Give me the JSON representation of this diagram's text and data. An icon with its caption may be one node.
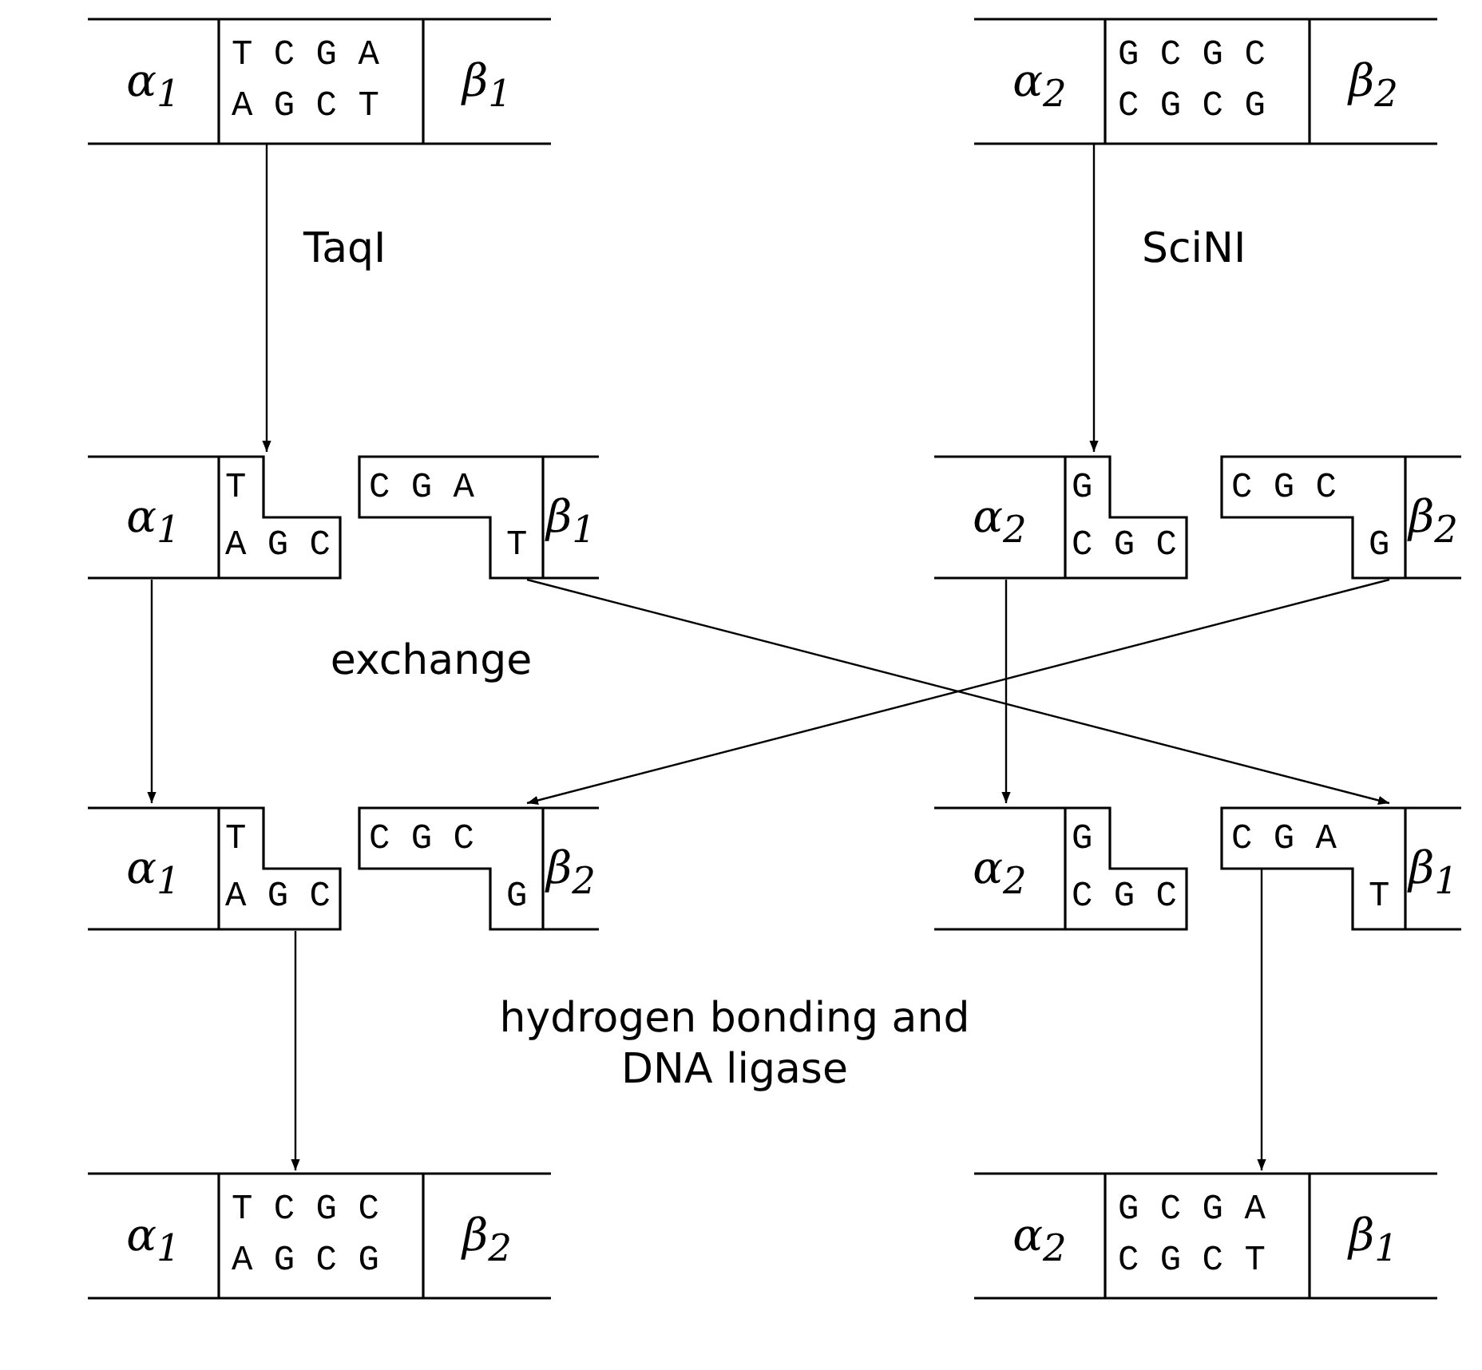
{
  "diagram": {
    "nodes": [
      {
        "text": [
          "α$_{1}$",
          "T C G A",
          "A G C T",
          "β$_{1}$"
        ]
      },
      {
        "text": [
          "α$_{2}$",
          "G C G C",
          "C G C G",
          "β$_{2}$"
        ]
      },
      {
        "text": [
          "α$_{1}$",
          "T",
          "A G C"
        ]
      },
      {
        "text": [
          "C G A",
          "T",
          "β$_{1}$"
        ]
      },
      {
        "text": [
          "α$_{2}$",
          "G",
          "C G C"
        ]
      },
      {
        "text": [
          "C G C",
          "G",
          "β$_{2}$"
        ]
      },
      {
        "text": [
          "α$_{1}$",
          "T",
          "A G C"
        ]
      },
      {
        "text": [
          "C G C",
          "G",
          "β$_{2}$"
        ]
      },
      {
        "text": [
          "α$_{2}$",
          "G",
          "C G C"
        ]
      },
      {
        "text": [
          "C G A",
          "T",
          "β$_{1}$"
        ]
      },
      {
        "text": [
          "α$_{1}$",
          "T C G C",
          "A G C G",
          "β$_{2}$"
        ]
      },
      {
        "text": [
          "α$_{2}$",
          "G C G A",
          "C G C T",
          "β$_{1}$"
        ]
      }
    ],
    "edges": [
      {
        "from": 0,
        "to": 2,
        "arrow": "to",
        "label": "TaqI"
      },
      {
        "from": 1,
        "to": 4,
        "arrow": "to",
        "label": "SciNI"
      },
      {
        "from": 2,
        "to": 6,
        "arrow": "to"
      },
      {
        "from": 3,
        "to": 9,
        "arrow": "to"
      },
      {
        "from": 4,
        "to": 8,
        "arrow": "to"
      },
      {
        "from": 5,
        "to": 7,
        "arrow": "to"
      },
      {
        "from": 6,
        "to": 10,
        "arrow": "to"
      },
      {
        "from": 9,
        "to": 11,
        "arrow": "to"
      }
    ],
    "labels": [
      "exchange",
      "hydrogen bonding and DNA ligase"
    ]
  }
}
